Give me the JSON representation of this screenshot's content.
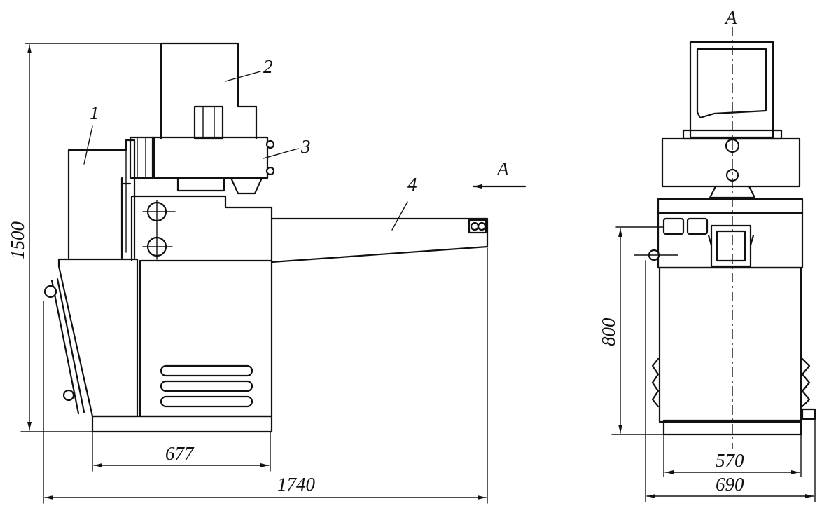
{
  "drawing": {
    "side_view": {
      "callouts": [
        "1",
        "2",
        "3",
        "4"
      ],
      "view_marker": "A",
      "dimensions": {
        "height": "1500",
        "base_length": "677",
        "overall_length": "1740"
      }
    },
    "front_view": {
      "section_label": "A",
      "dimensions": {
        "height": "800",
        "inner_width": "570",
        "overall_width": "690"
      }
    }
  }
}
